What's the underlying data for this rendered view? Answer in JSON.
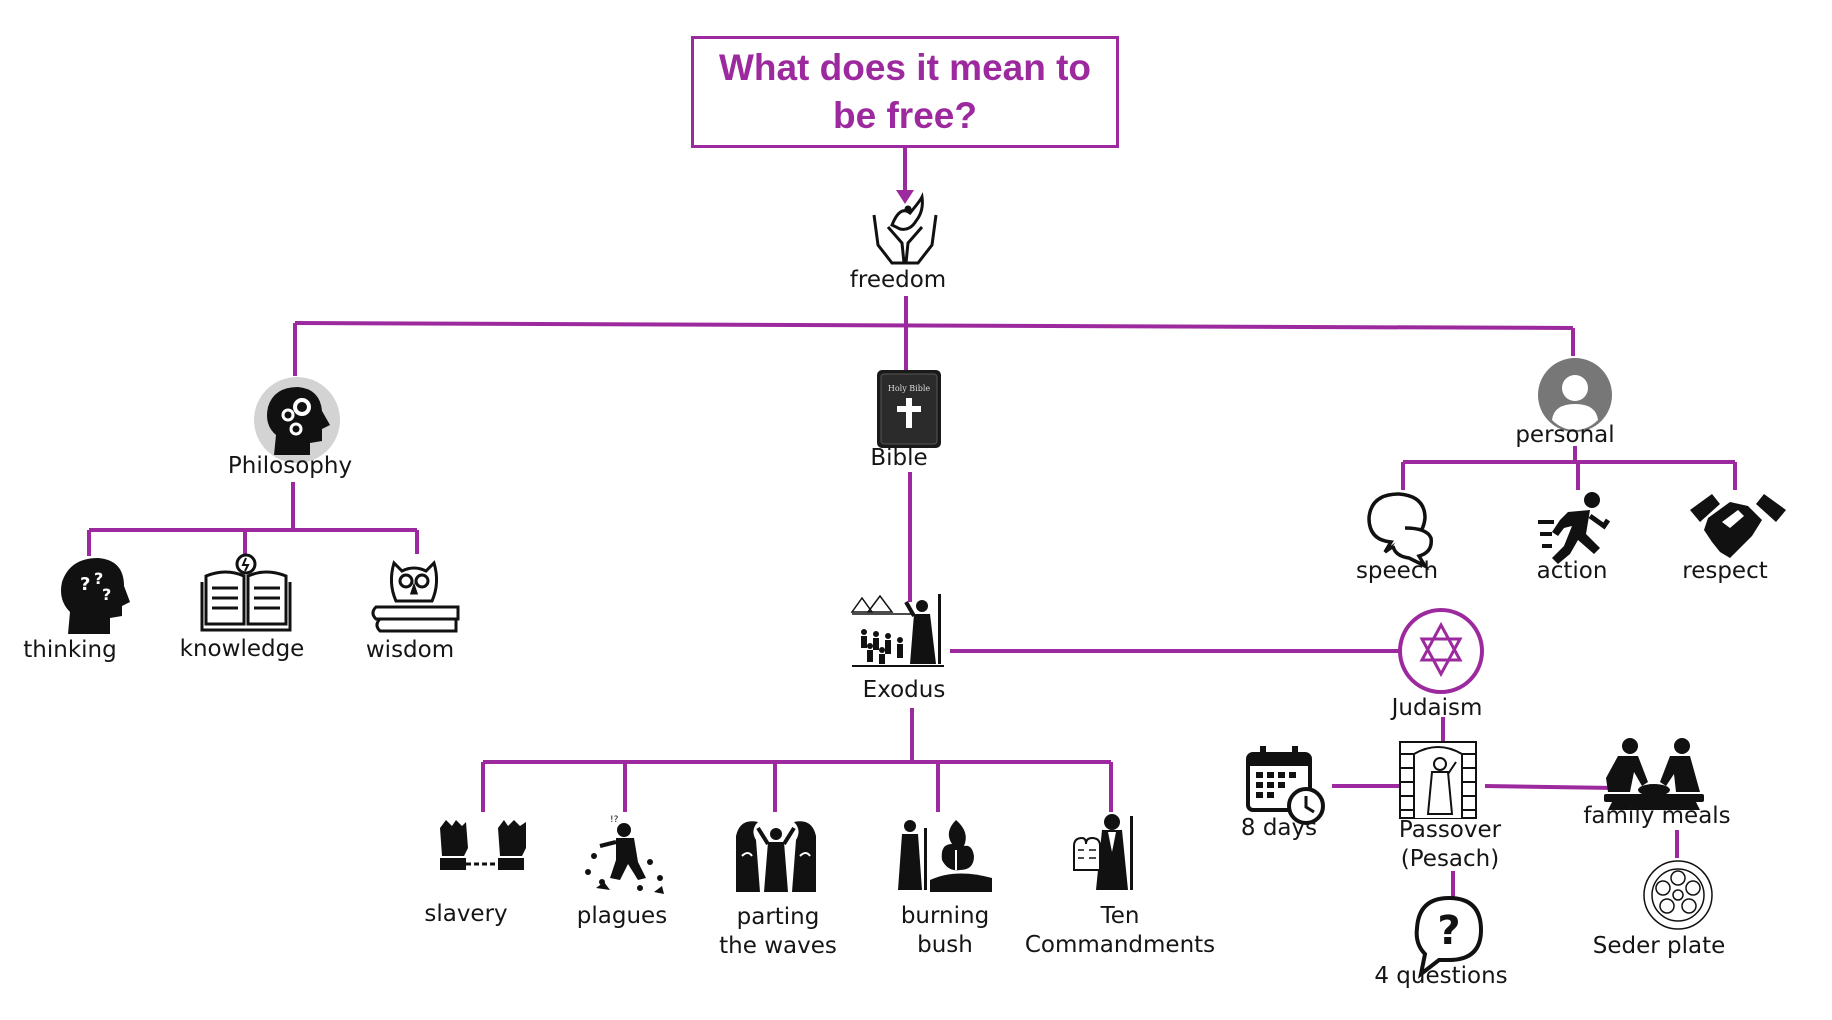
{
  "colors": {
    "accent": "#9c2a9e",
    "icon": "#111111",
    "gray": "#d0d0d0"
  },
  "title": "What does it mean to be free?",
  "nodes": {
    "freedom": {
      "label": "freedom",
      "icon": "hands-dove-icon"
    },
    "philosophy": {
      "label": "Philosophy",
      "icon": "head-gears-icon"
    },
    "bible": {
      "label": "Bible",
      "icon": "holy-bible-icon"
    },
    "personal": {
      "label": "personal",
      "icon": "user-avatar-icon"
    },
    "thinking": {
      "label": "thinking",
      "icon": "head-question-icon"
    },
    "knowledge": {
      "label": "knowledge",
      "icon": "book-lightbulb-icon"
    },
    "wisdom": {
      "label": "wisdom",
      "icon": "owl-book-icon"
    },
    "speech": {
      "label": "speech",
      "icon": "speech-bubbles-icon"
    },
    "action": {
      "label": "action",
      "icon": "running-person-icon"
    },
    "respect": {
      "label": "respect",
      "icon": "handshake-icon"
    },
    "exodus": {
      "label": "Exodus",
      "icon": "exodus-scene-icon"
    },
    "judaism": {
      "label": "Judaism",
      "icon": "star-of-david-icon"
    },
    "slavery": {
      "label": "slavery",
      "icon": "chained-hands-icon"
    },
    "plagues": {
      "label": "plagues",
      "icon": "plagues-icon"
    },
    "parting": {
      "label_line1": "parting",
      "label_line2": "the waves",
      "icon": "parting-waves-icon"
    },
    "burning": {
      "label_line1": "burning",
      "label_line2": "bush",
      "icon": "burning-bush-icon"
    },
    "ten": {
      "label_line1": "Ten",
      "label_line2": "Commandments",
      "icon": "ten-commandments-icon"
    },
    "eightdays": {
      "label": "8 days",
      "icon": "calendar-clock-icon"
    },
    "passover": {
      "label_line1": "Passover",
      "label_line2": "(Pesach)",
      "icon": "passover-door-icon"
    },
    "family": {
      "label": "family meals",
      "icon": "family-meal-icon"
    },
    "questions": {
      "label": "4 questions",
      "icon": "question-bubble-icon"
    },
    "seder": {
      "label": "Seder plate",
      "icon": "seder-plate-icon"
    }
  }
}
